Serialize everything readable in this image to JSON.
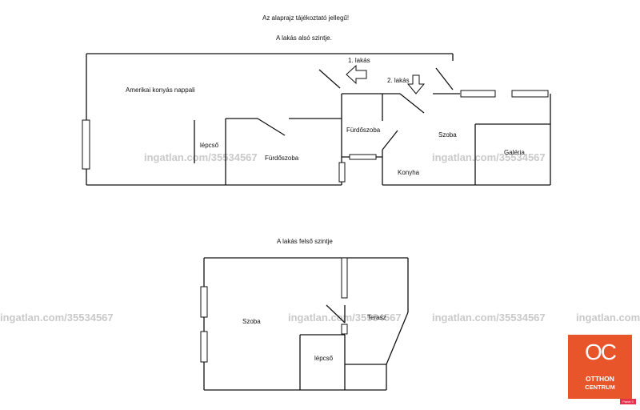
{
  "titles": {
    "note": "Az alaprajz tájékoztató jellegű!",
    "lower_level": "A lakás alsó szintje.",
    "upper_level": "A lakás felső szintje"
  },
  "lower_rooms": {
    "living": "Amerikai konyás nappali",
    "stairs": "lépcső",
    "bathroom_a": "Fürdőszoba",
    "bathroom_b": "Fürdőszoba",
    "apartment_1": "1. lakás",
    "apartment_2": "2. lakás",
    "room": "Szoba",
    "gallery": "Galéria",
    "kitchen": "Konyha"
  },
  "upper_rooms": {
    "room": "Szoba",
    "terrace": "Terasz",
    "stairs": "lépcső"
  },
  "watermark": {
    "text": "ingatlan.com/35534567",
    "color": "#c9c9c9"
  },
  "logo": {
    "mark": "OC",
    "line1": "OTTHON",
    "line2": "CENTRUM",
    "color": "#e8552a"
  },
  "badge": {
    "text": "Panel 3 Mar",
    "color": "#e5304e"
  }
}
